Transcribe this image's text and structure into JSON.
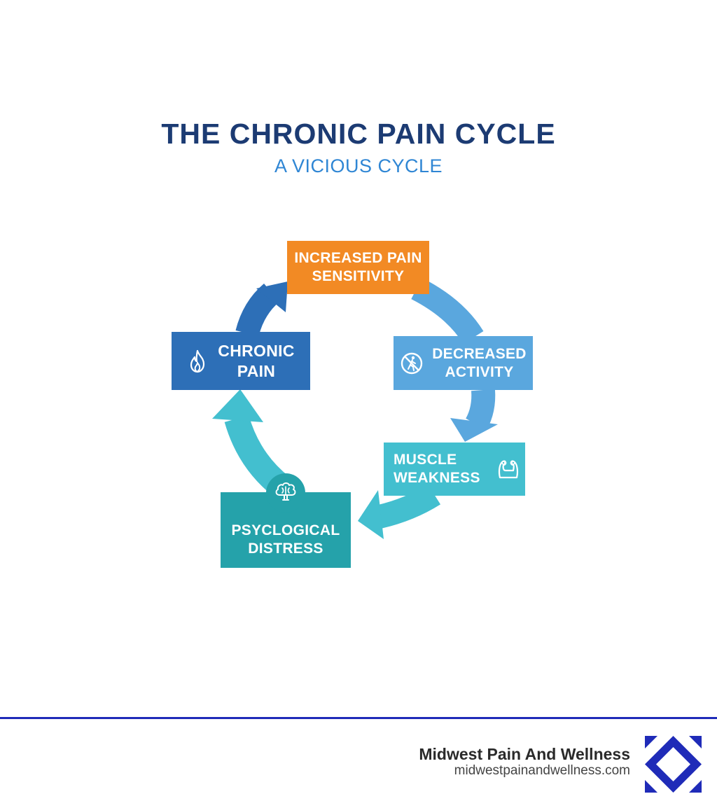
{
  "header": {
    "title": "THE CHRONIC PAIN CYCLE",
    "subtitle": "A VICIOUS CYCLE"
  },
  "cycle": {
    "pain_sensitivity": {
      "line1": "INCREASED PAIN",
      "line2": "SENSITIVITY",
      "color": "#f28a24"
    },
    "decreased_activity": {
      "line1": "DECREASED",
      "line2": "ACTIVITY",
      "color": "#5aa7de",
      "icon": "no-walking-icon"
    },
    "muscle_weakness": {
      "line1": "MUSCLE",
      "line2": "WEAKNESS",
      "color": "#43bfcf",
      "icon": "muscle-icon"
    },
    "psychological_distress": {
      "line1": "PSYCLOGICAL",
      "line2": "DISTRESS",
      "color": "#25a2aa",
      "icon": "brain-cloud-icon"
    },
    "chronic_pain": {
      "line1": "CHRONIC",
      "line2": "PAIN",
      "color": "#2d6fb7",
      "icon": "flame-icon"
    }
  },
  "footer": {
    "brand_name": "Midwest Pain And Wellness",
    "brand_url": "midwestpainandwellness.com",
    "accent": "#1f2bb8"
  }
}
